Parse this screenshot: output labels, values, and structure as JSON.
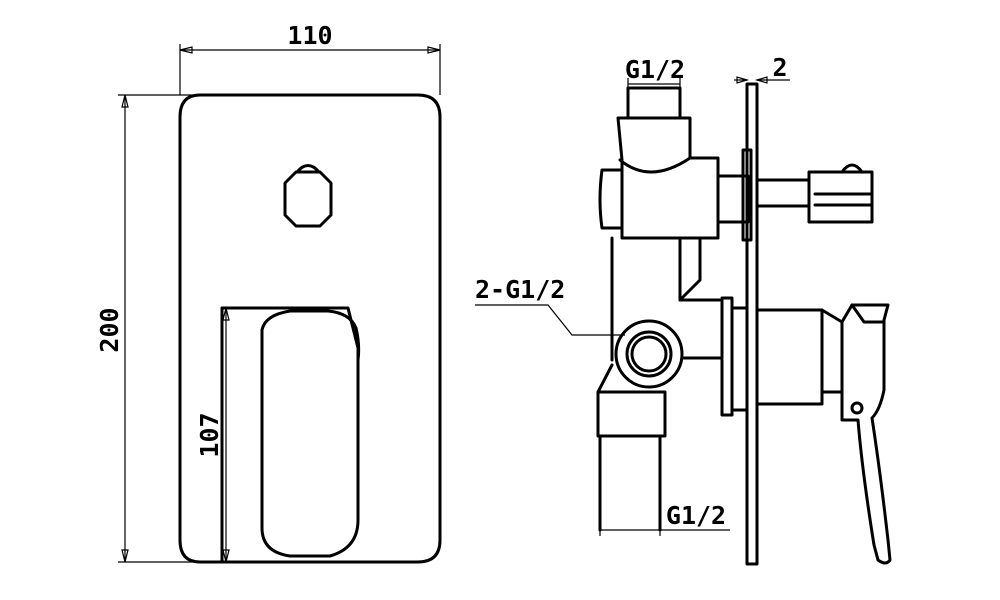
{
  "dimensions": {
    "width": "110",
    "height": "200",
    "handle_height": "107",
    "thread_top": "G1/2",
    "plate_thickness": "2",
    "side_ports": "2-G1/2",
    "thread_bottom": "G1/2"
  },
  "colors": {
    "line": "#000000",
    "background": "#ffffff"
  }
}
